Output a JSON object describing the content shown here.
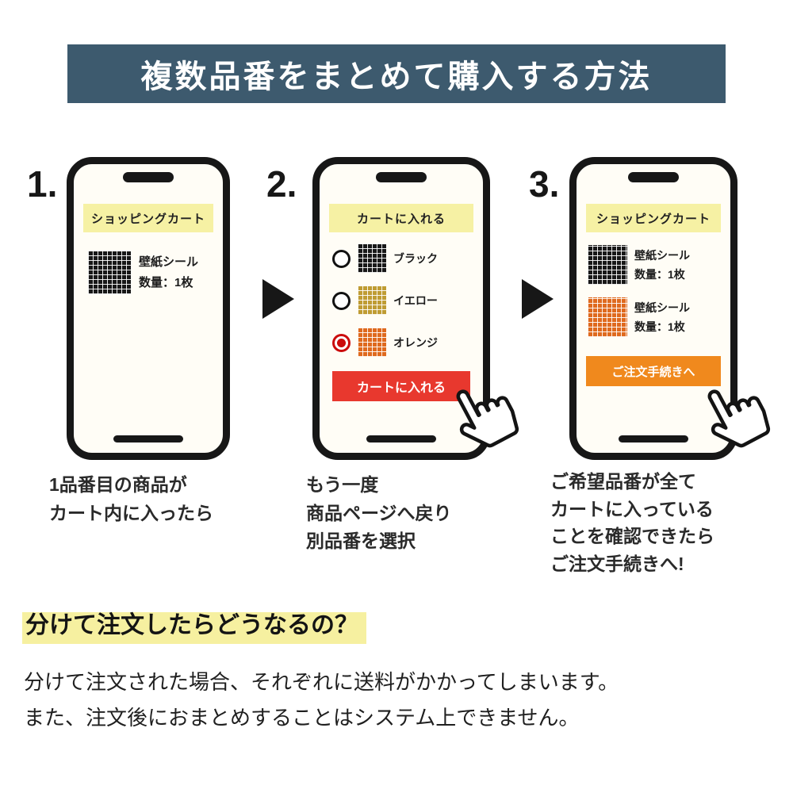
{
  "header": {
    "title": "複数品番をまとめて購入する方法"
  },
  "colors": {
    "header_bg": "#3d5a6e",
    "screen_title_yellow": "#f6f1a4",
    "add_to_cart_red": "#e8382e",
    "checkout_orange": "#f0891d",
    "highlight_yellow": "#f6f0a0",
    "selected_radio_red": "#cb0c0c"
  },
  "steps": [
    {
      "number": "1.",
      "phone": {
        "title": "ショッピングカート",
        "items": [
          {
            "swatch": "black-grid",
            "text": "壁紙シール\n数量：1枚"
          }
        ]
      },
      "caption": "1品番目の商品が\nカート内に入ったら"
    },
    {
      "number": "2.",
      "phone": {
        "title": "カートに入れる",
        "options": [
          {
            "selected": false,
            "swatch": "black-grid",
            "label": "ブラック"
          },
          {
            "selected": false,
            "swatch": "yellow-grid",
            "label": "イエロー"
          },
          {
            "selected": true,
            "swatch": "orange-grid",
            "label": "オレンジ"
          }
        ],
        "button": {
          "label": "カートに入れる",
          "color": "#e8382e"
        }
      },
      "caption": "もう一度\n商品ページへ戻り\n別品番を選択"
    },
    {
      "number": "3.",
      "phone": {
        "title": "ショッピングカート",
        "items": [
          {
            "swatch": "black-grid",
            "text": "壁紙シール\n数量：1枚"
          },
          {
            "swatch": "orange-grid",
            "text": "壁紙シール\n数量：1枚"
          }
        ],
        "button": {
          "label": "ご注文手続きへ",
          "color": "#f0891d"
        }
      },
      "caption": "ご希望品番が全て\nカートに入っている\nことを確認できたら\nご注文手続きへ!"
    }
  ],
  "icons": {
    "hand_pointer": "hand-pointer-icon",
    "step_arrow": "arrow-right-icon"
  },
  "footer": {
    "heading": "分けて注文したらどうなるの？",
    "body": "分けて注文された場合、それぞれに送料がかかってしまいます。\nまた、注文後におまとめすることはシステム上できません。"
  }
}
